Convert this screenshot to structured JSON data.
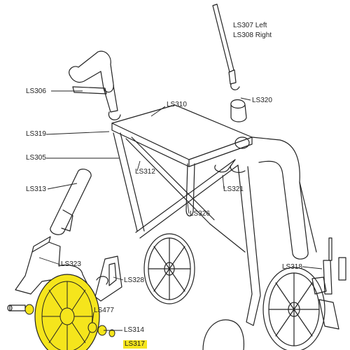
{
  "diagram": {
    "highlight_color": "#f5e51c",
    "line_color": "#222222",
    "part_labels": {
      "ls307": "LS307 Left",
      "ls308": "LS308 Right",
      "ls306": "LS306",
      "ls310": "LS310",
      "ls320": "LS320",
      "ls319": "LS319",
      "ls305": "LS305",
      "ls312": "LS312",
      "ls313": "LS313",
      "ls321": "LS321",
      "ls326": "LS326",
      "ls323": "LS323",
      "ls318": "LS318",
      "ls328": "LS328",
      "ls477": "LS477",
      "ls314": "LS314",
      "ls317": "LS317"
    },
    "highlighted_part": "LS317"
  }
}
